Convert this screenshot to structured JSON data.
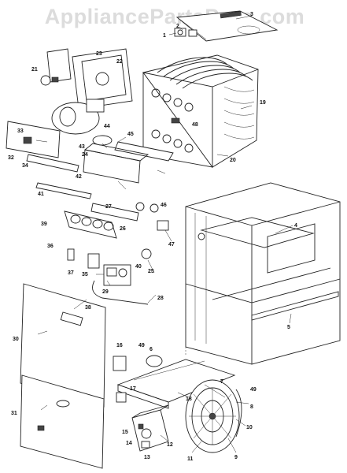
{
  "watermark": "AppliancePartsPros.com",
  "callouts": [
    "1",
    "2",
    "3",
    "4",
    "5",
    "6",
    "7",
    "8",
    "9",
    "10",
    "11",
    "12",
    "13",
    "14",
    "15",
    "16",
    "17",
    "18",
    "19",
    "20",
    "21",
    "22",
    "23",
    "24",
    "25",
    "26",
    "27",
    "28",
    "29",
    "30",
    "31",
    "32",
    "33",
    "34",
    "35",
    "36",
    "37",
    "38",
    "39",
    "40",
    "41",
    "42",
    "43",
    "44",
    "45",
    "46",
    "47",
    "48",
    "49"
  ]
}
